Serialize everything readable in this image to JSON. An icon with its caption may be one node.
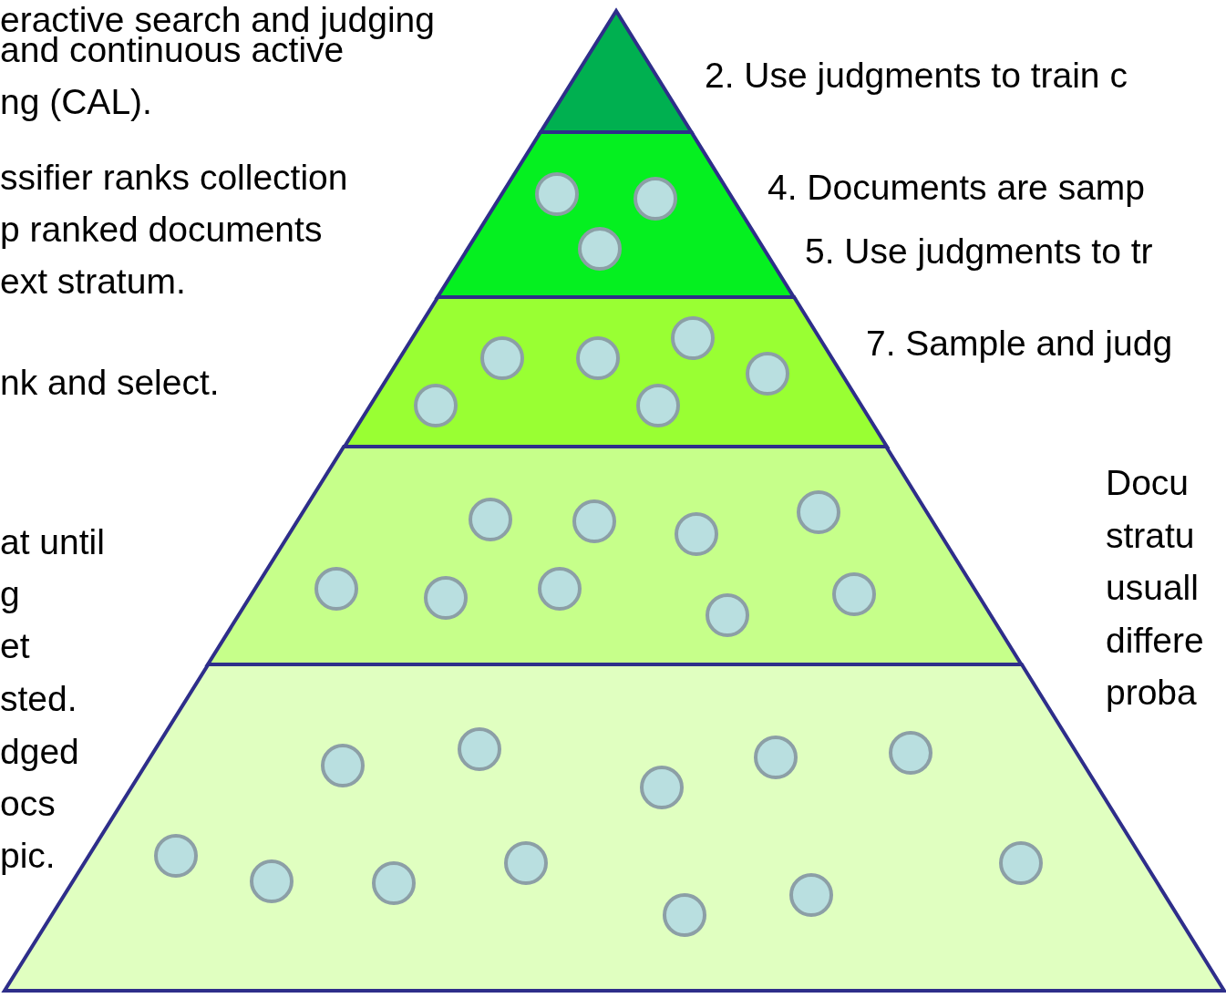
{
  "diagram": {
    "nodes": [
      {
        "text": [],
        "shape": "triangle"
      },
      {
        "text": [],
        "shape": "trapezoid"
      },
      {
        "text": [],
        "shape": "trapezoid"
      },
      {
        "text": [],
        "shape": "trapezoid"
      },
      {
        "text": [],
        "shape": "trapezoid"
      }
    ],
    "labels": [
      "eractive search and judging",
      "and continuous active",
      "ng (CAL).",
      "ssifier ranks collection",
      "p ranked documents",
      "ext stratum.",
      "nk and select.",
      "at until",
      "g",
      "et",
      "sted.",
      "dged",
      "ocs",
      "pic.",
      "2. Use judgments to train c",
      "4. Documents are samp",
      "5. Use judgments to tr",
      "7. Sample and judg",
      "Docu",
      "stratu",
      "usuall",
      "differe",
      "proba"
    ]
  }
}
